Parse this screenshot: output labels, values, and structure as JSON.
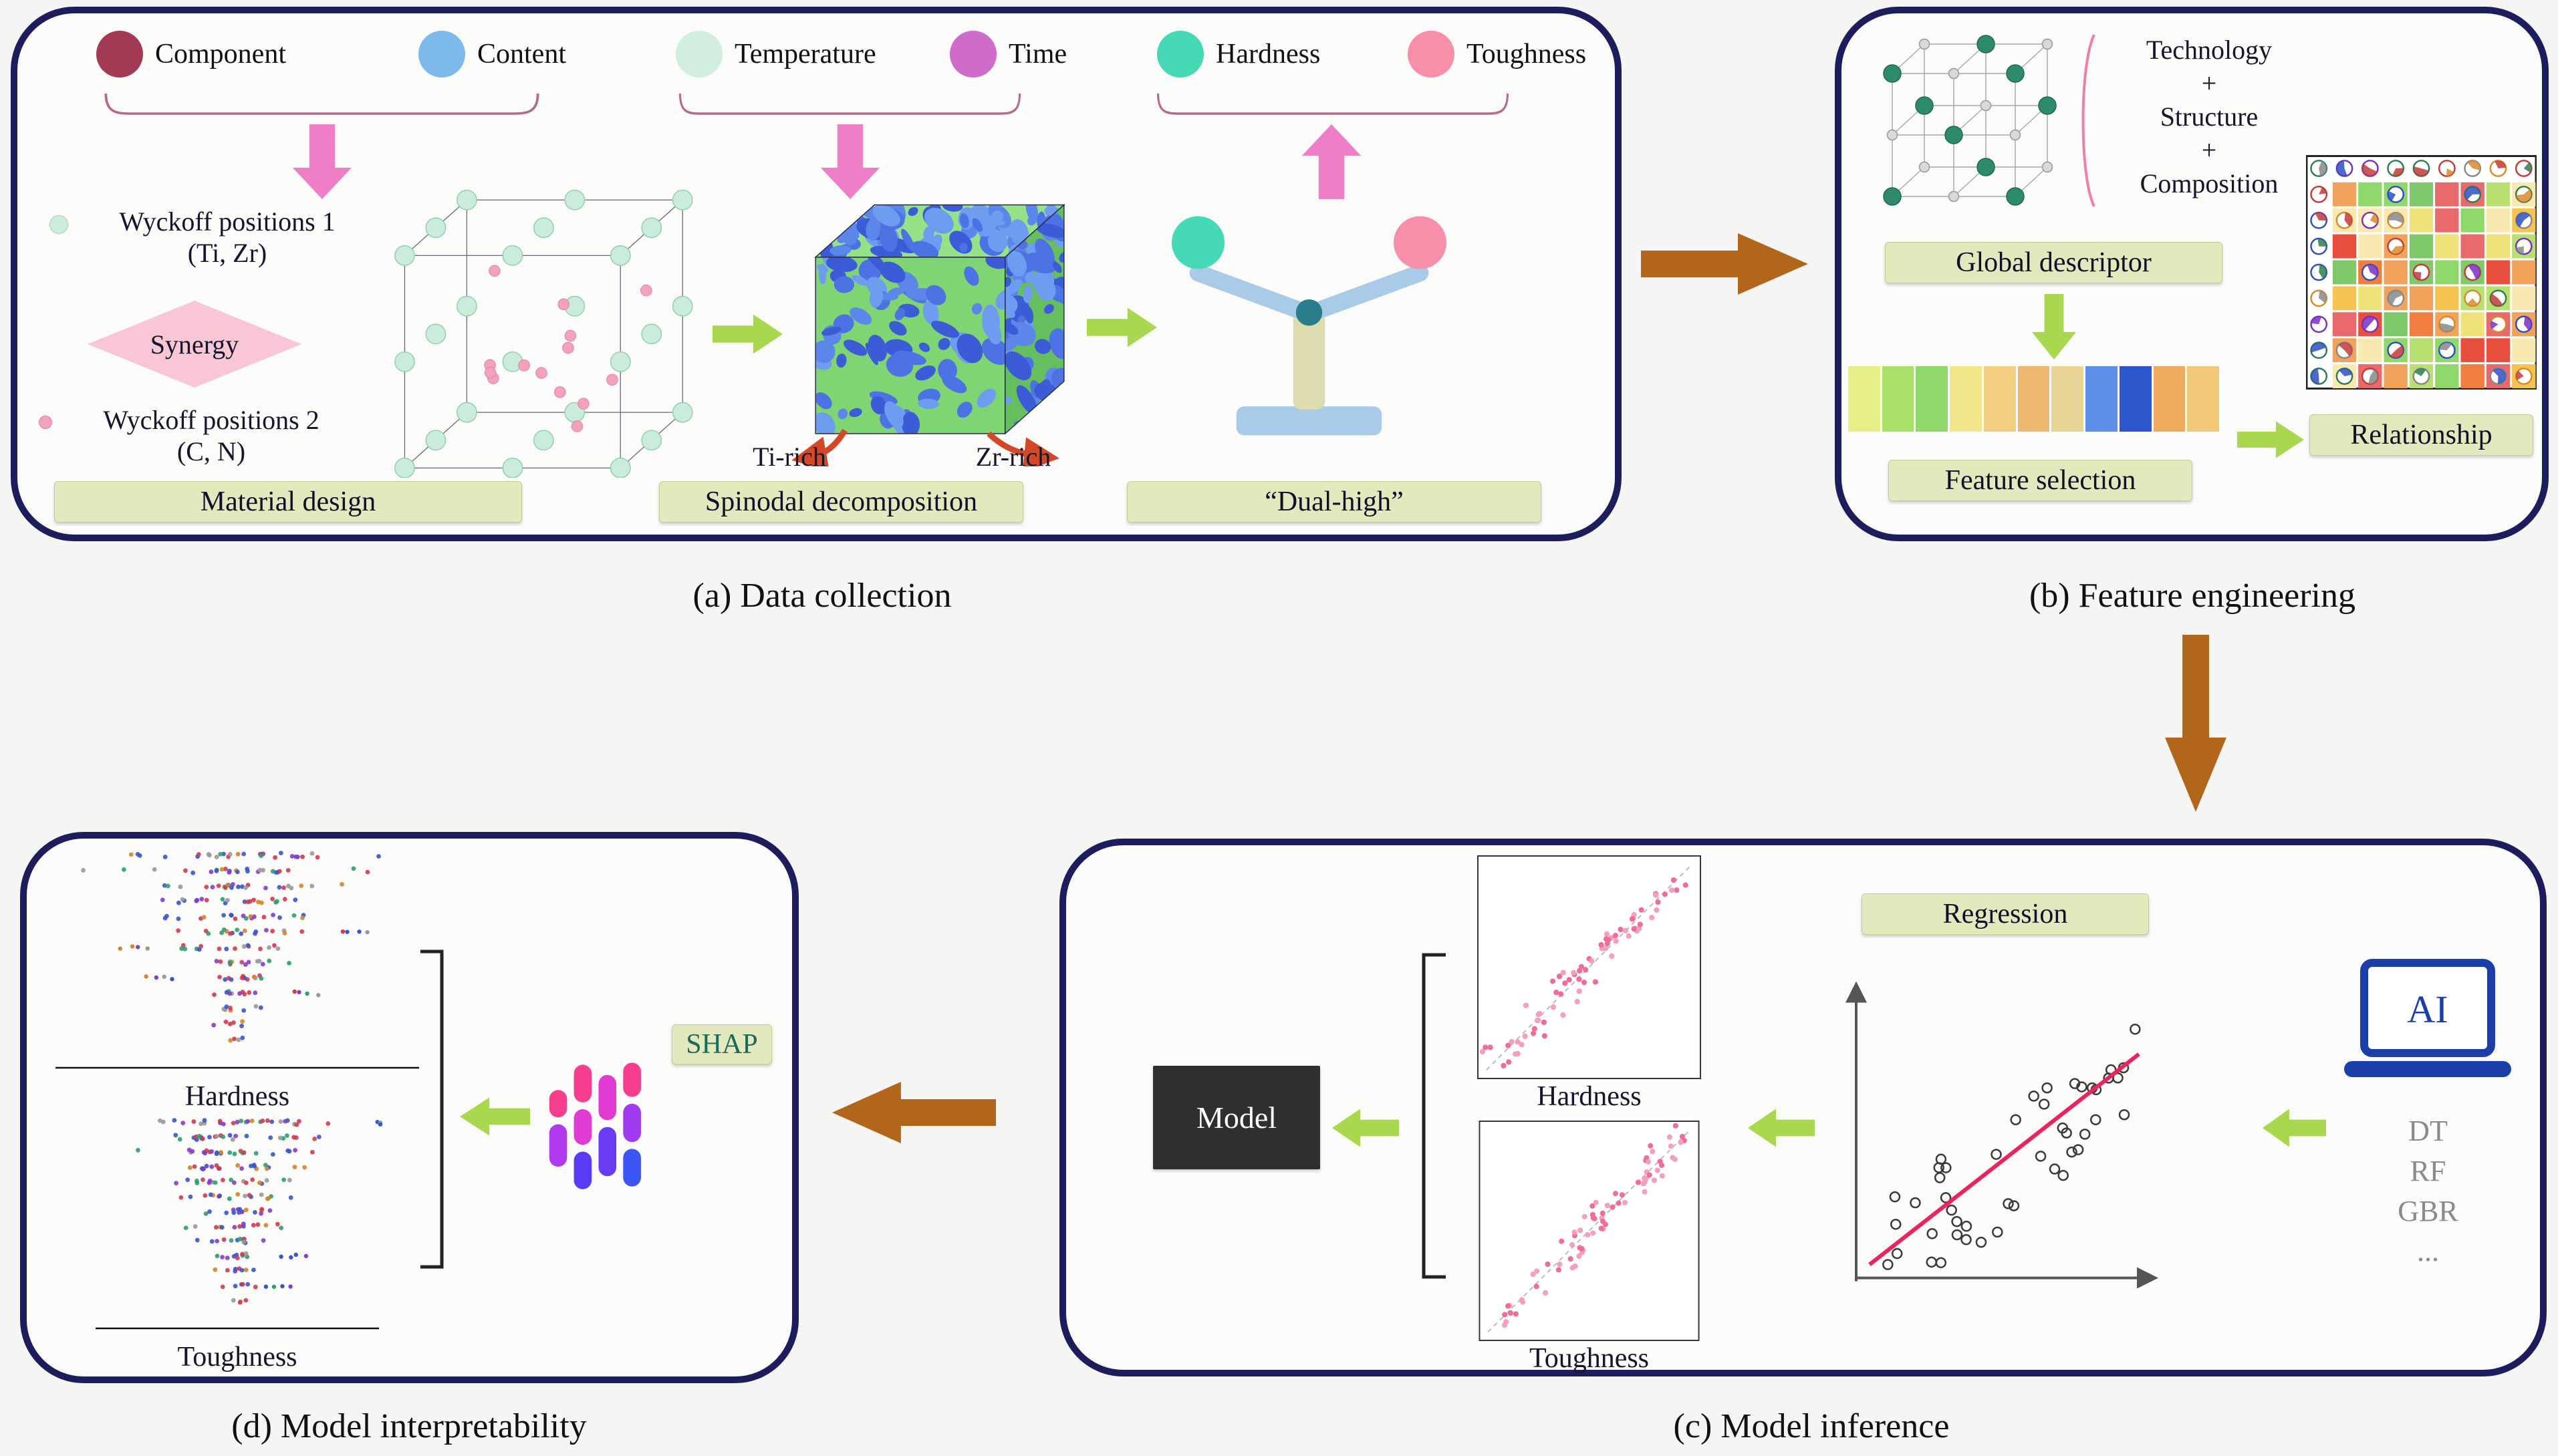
{
  "colors": {
    "green_arrow": "#a9d84e",
    "pink_arrow": "#ee7fc6",
    "brown_arrow": "#b2661a",
    "panel_border": "#1d1d5e",
    "label_box_bg": "#e3e8bd",
    "regression_line": "#e8265c",
    "laptop_blue": "#1b3fa8"
  },
  "panel_a": {
    "caption": "(a) Data collection",
    "legend": [
      {
        "label": "Component",
        "color": "#a23a55"
      },
      {
        "label": "Content",
        "color": "#7db9ea"
      },
      {
        "label": "Temperature",
        "color": "#d2eee0"
      },
      {
        "label": "Time",
        "color": "#cf6cc9"
      },
      {
        "label": "Hardness",
        "color": "#45d9b5"
      },
      {
        "label": "Toughness",
        "color": "#f78fab"
      }
    ],
    "wyckoff1_line1": "Wyckoff positions 1",
    "wyckoff1_line2": "(Ti, Zr)",
    "synergy": "Synergy",
    "wyckoff2_line1": "Wyckoff positions 2",
    "wyckoff2_line2": "(C, N)",
    "material_design": "Material design",
    "ti_rich": "Ti-rich",
    "zr_rich": "Zr-rich",
    "spinodal": "Spinodal decomposition",
    "dual_high": "“Dual-high”"
  },
  "panel_b": {
    "caption": "(b) Feature engineering",
    "annotation": [
      "Technology",
      "+",
      "Structure",
      "+",
      "Composition"
    ],
    "global_descriptor": "Global descriptor",
    "feature_selection": "Feature selection",
    "relationship": "Relationship",
    "feature_vector_colors": [
      "#e6ef86",
      "#a8e06b",
      "#8fd96b",
      "#efe78a",
      "#f2cf80",
      "#eeb96e",
      "#e8d494",
      "#5b8fe8",
      "#2f55cc",
      "#eeaa5f",
      "#f0c878"
    ]
  },
  "panel_c": {
    "caption": "(c) Model inference",
    "regression": "Regression",
    "ai": "AI",
    "algorithms": [
      "DT",
      "RF",
      "GBR",
      "..."
    ],
    "hardness": "Hardness",
    "toughness": "Toughness",
    "model": "Model"
  },
  "panel_d": {
    "caption": "(d) Model interpretability",
    "hardness": "Hardness",
    "toughness": "Toughness",
    "shap": "SHAP"
  }
}
